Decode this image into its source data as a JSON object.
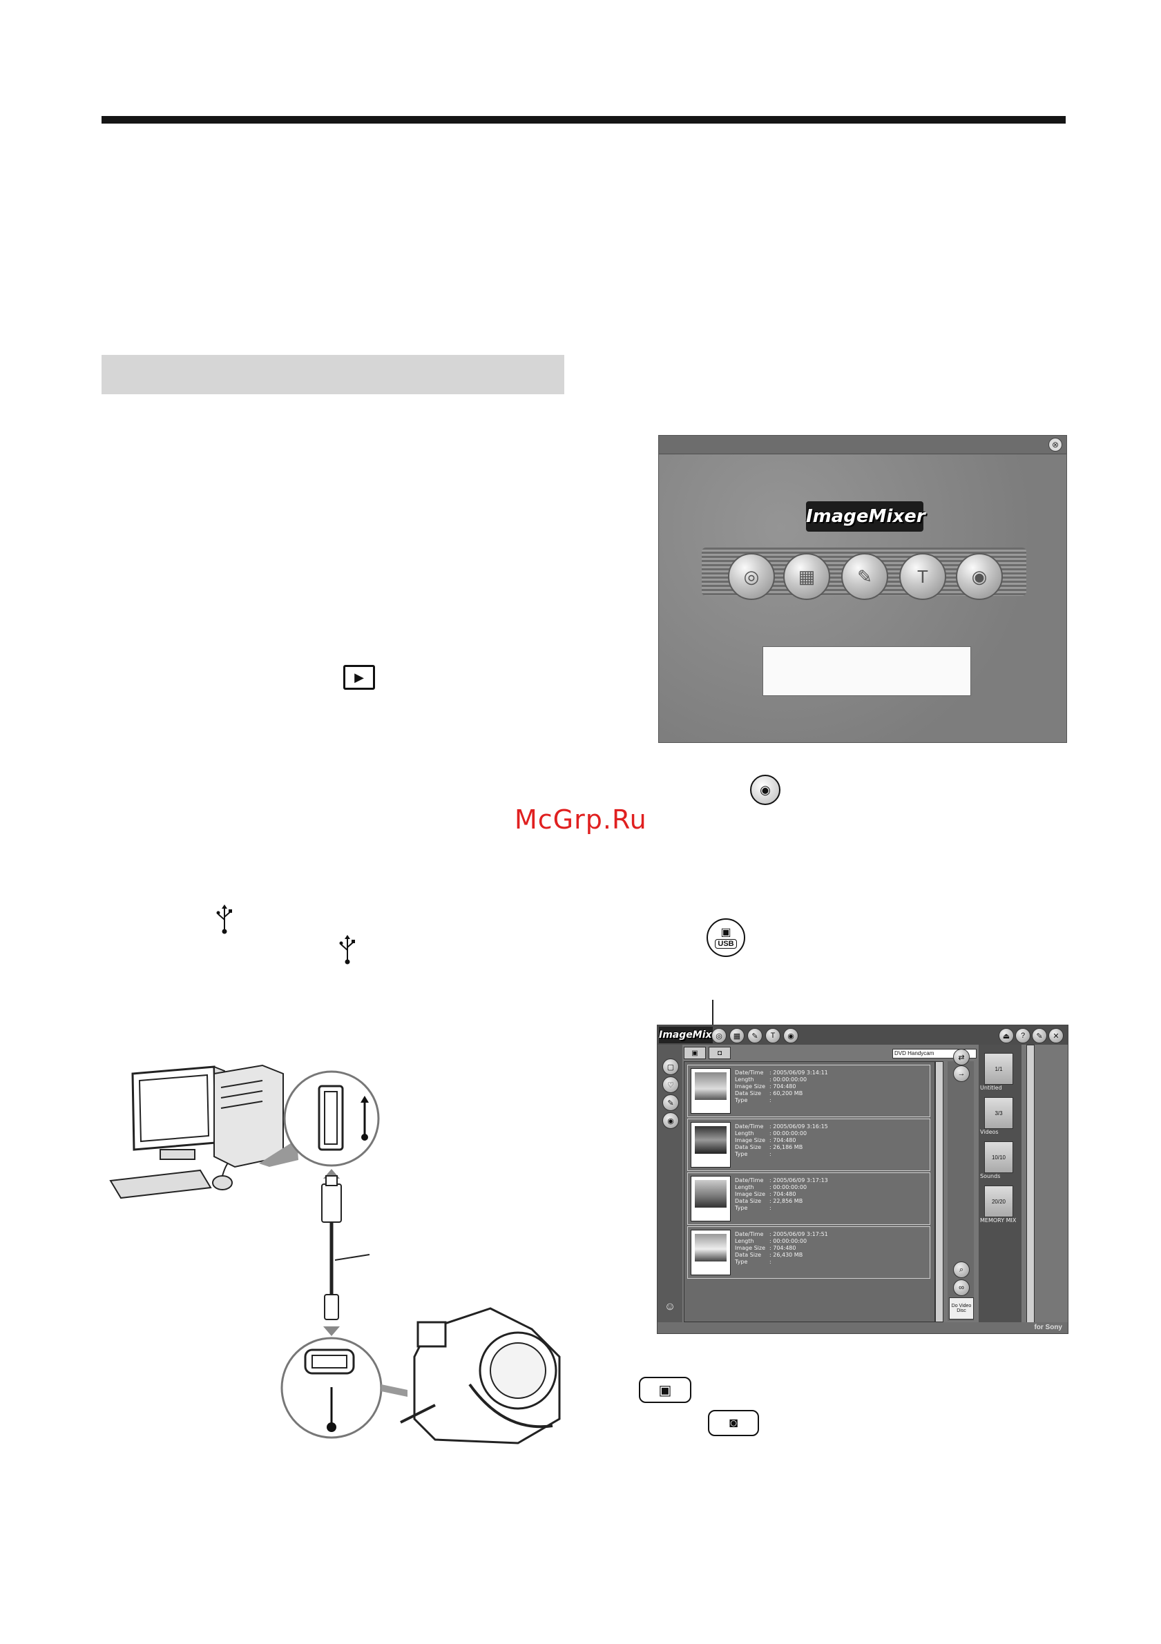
{
  "watermark": "McGrp.Ru",
  "splash": {
    "logo": "ImageMixer",
    "close_glyph": "⊗",
    "menu_icons": [
      "disc-icon",
      "album-icon",
      "clapper-icon",
      "title-icon",
      "cd-icon"
    ]
  },
  "inline_icons": {
    "play": "▶",
    "usb_symbol": "⭍",
    "usb_camera_label": "USB"
  },
  "app": {
    "logo": "ImageMixer",
    "combo_value": "DVD Handycam",
    "vendor": "for Sony",
    "rows": [
      {
        "date_time_label": "Date/Time",
        "date_time": "2005/06/09 3:14:11",
        "length_label": "Length",
        "length": "00:00:00:00",
        "image_size_label": "Image Size",
        "image_size": "704:480",
        "data_size_label": "Data Size",
        "data_size": "60,200 MB",
        "type_label": "Type"
      },
      {
        "date_time_label": "Date/Time",
        "date_time": "2005/06/09 3:16:15",
        "length_label": "Length",
        "length": "00:00:00:00",
        "image_size_label": "Image Size",
        "image_size": "704:480",
        "data_size_label": "Data Size",
        "data_size": "26,186 MB",
        "type_label": "Type"
      },
      {
        "date_time_label": "Date/Time",
        "date_time": "2005/06/09 3:17:13",
        "length_label": "Length",
        "length": "00:00:00:00",
        "image_size_label": "Image Size",
        "image_size": "704:480",
        "data_size_label": "Data Size",
        "data_size": "22,856 MB",
        "type_label": "Type"
      },
      {
        "date_time_label": "Date/Time",
        "date_time": "2005/06/09 3:17:51",
        "length_label": "Length",
        "length": "00:00:00:00",
        "image_size_label": "Image Size",
        "image_size": "704:480",
        "data_size_label": "Data Size",
        "data_size": "26,430 MB",
        "type_label": "Type"
      }
    ],
    "folders": [
      {
        "count": "1/1",
        "label": "Untitled"
      },
      {
        "count": "3/3",
        "label": "Videos"
      },
      {
        "count": "10/10",
        "label": "Sounds"
      },
      {
        "count": "20/20",
        "label": "MEMORY MIX"
      }
    ],
    "disc_badge": "Do Video Disc"
  },
  "connection_illustration": {
    "description_icons": [
      "computer-icon",
      "usb-port-icon",
      "usb-cable-icon",
      "camcorder-icon"
    ]
  }
}
